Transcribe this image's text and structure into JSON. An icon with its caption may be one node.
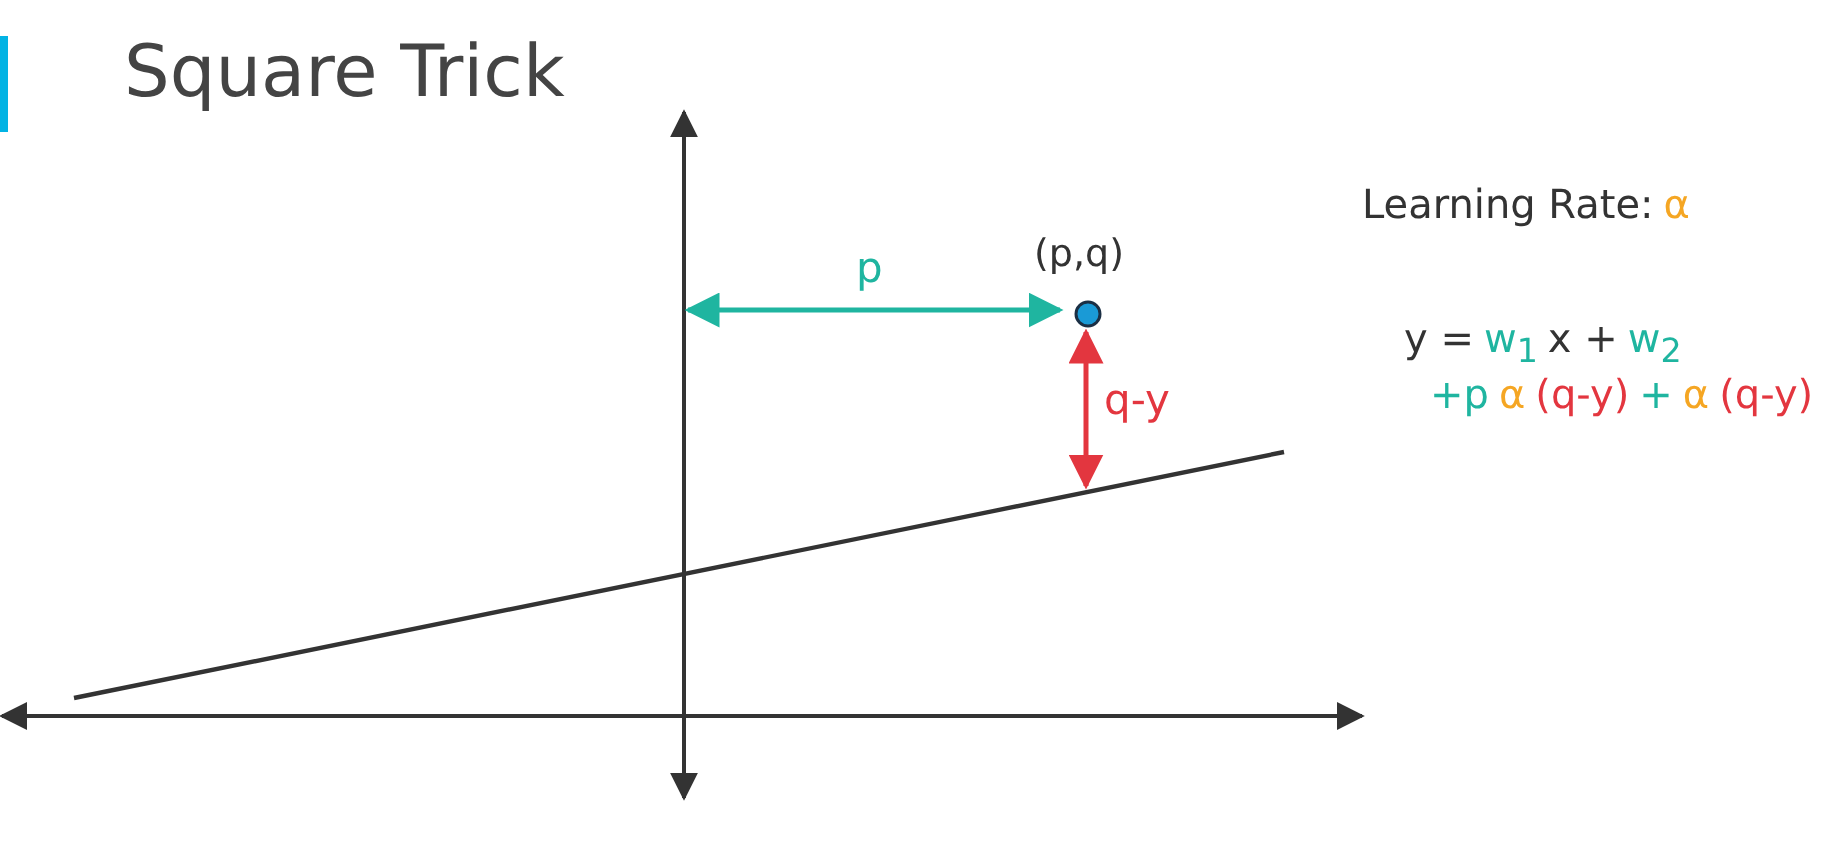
{
  "diagram": {
    "title": "Square Trick",
    "nodes": [
      {
        "text": [],
        "shape": "circle",
        "beside": [
          "(p,q)"
        ]
      }
    ],
    "labels": [
      "p",
      "q-y",
      "Learning Rate:",
      "α",
      "y =",
      "w$_{1}$",
      "x +",
      "w$_{2}$",
      "+p",
      "α",
      "(q-y)",
      "+",
      "α",
      "(q-y)"
    ]
  }
}
